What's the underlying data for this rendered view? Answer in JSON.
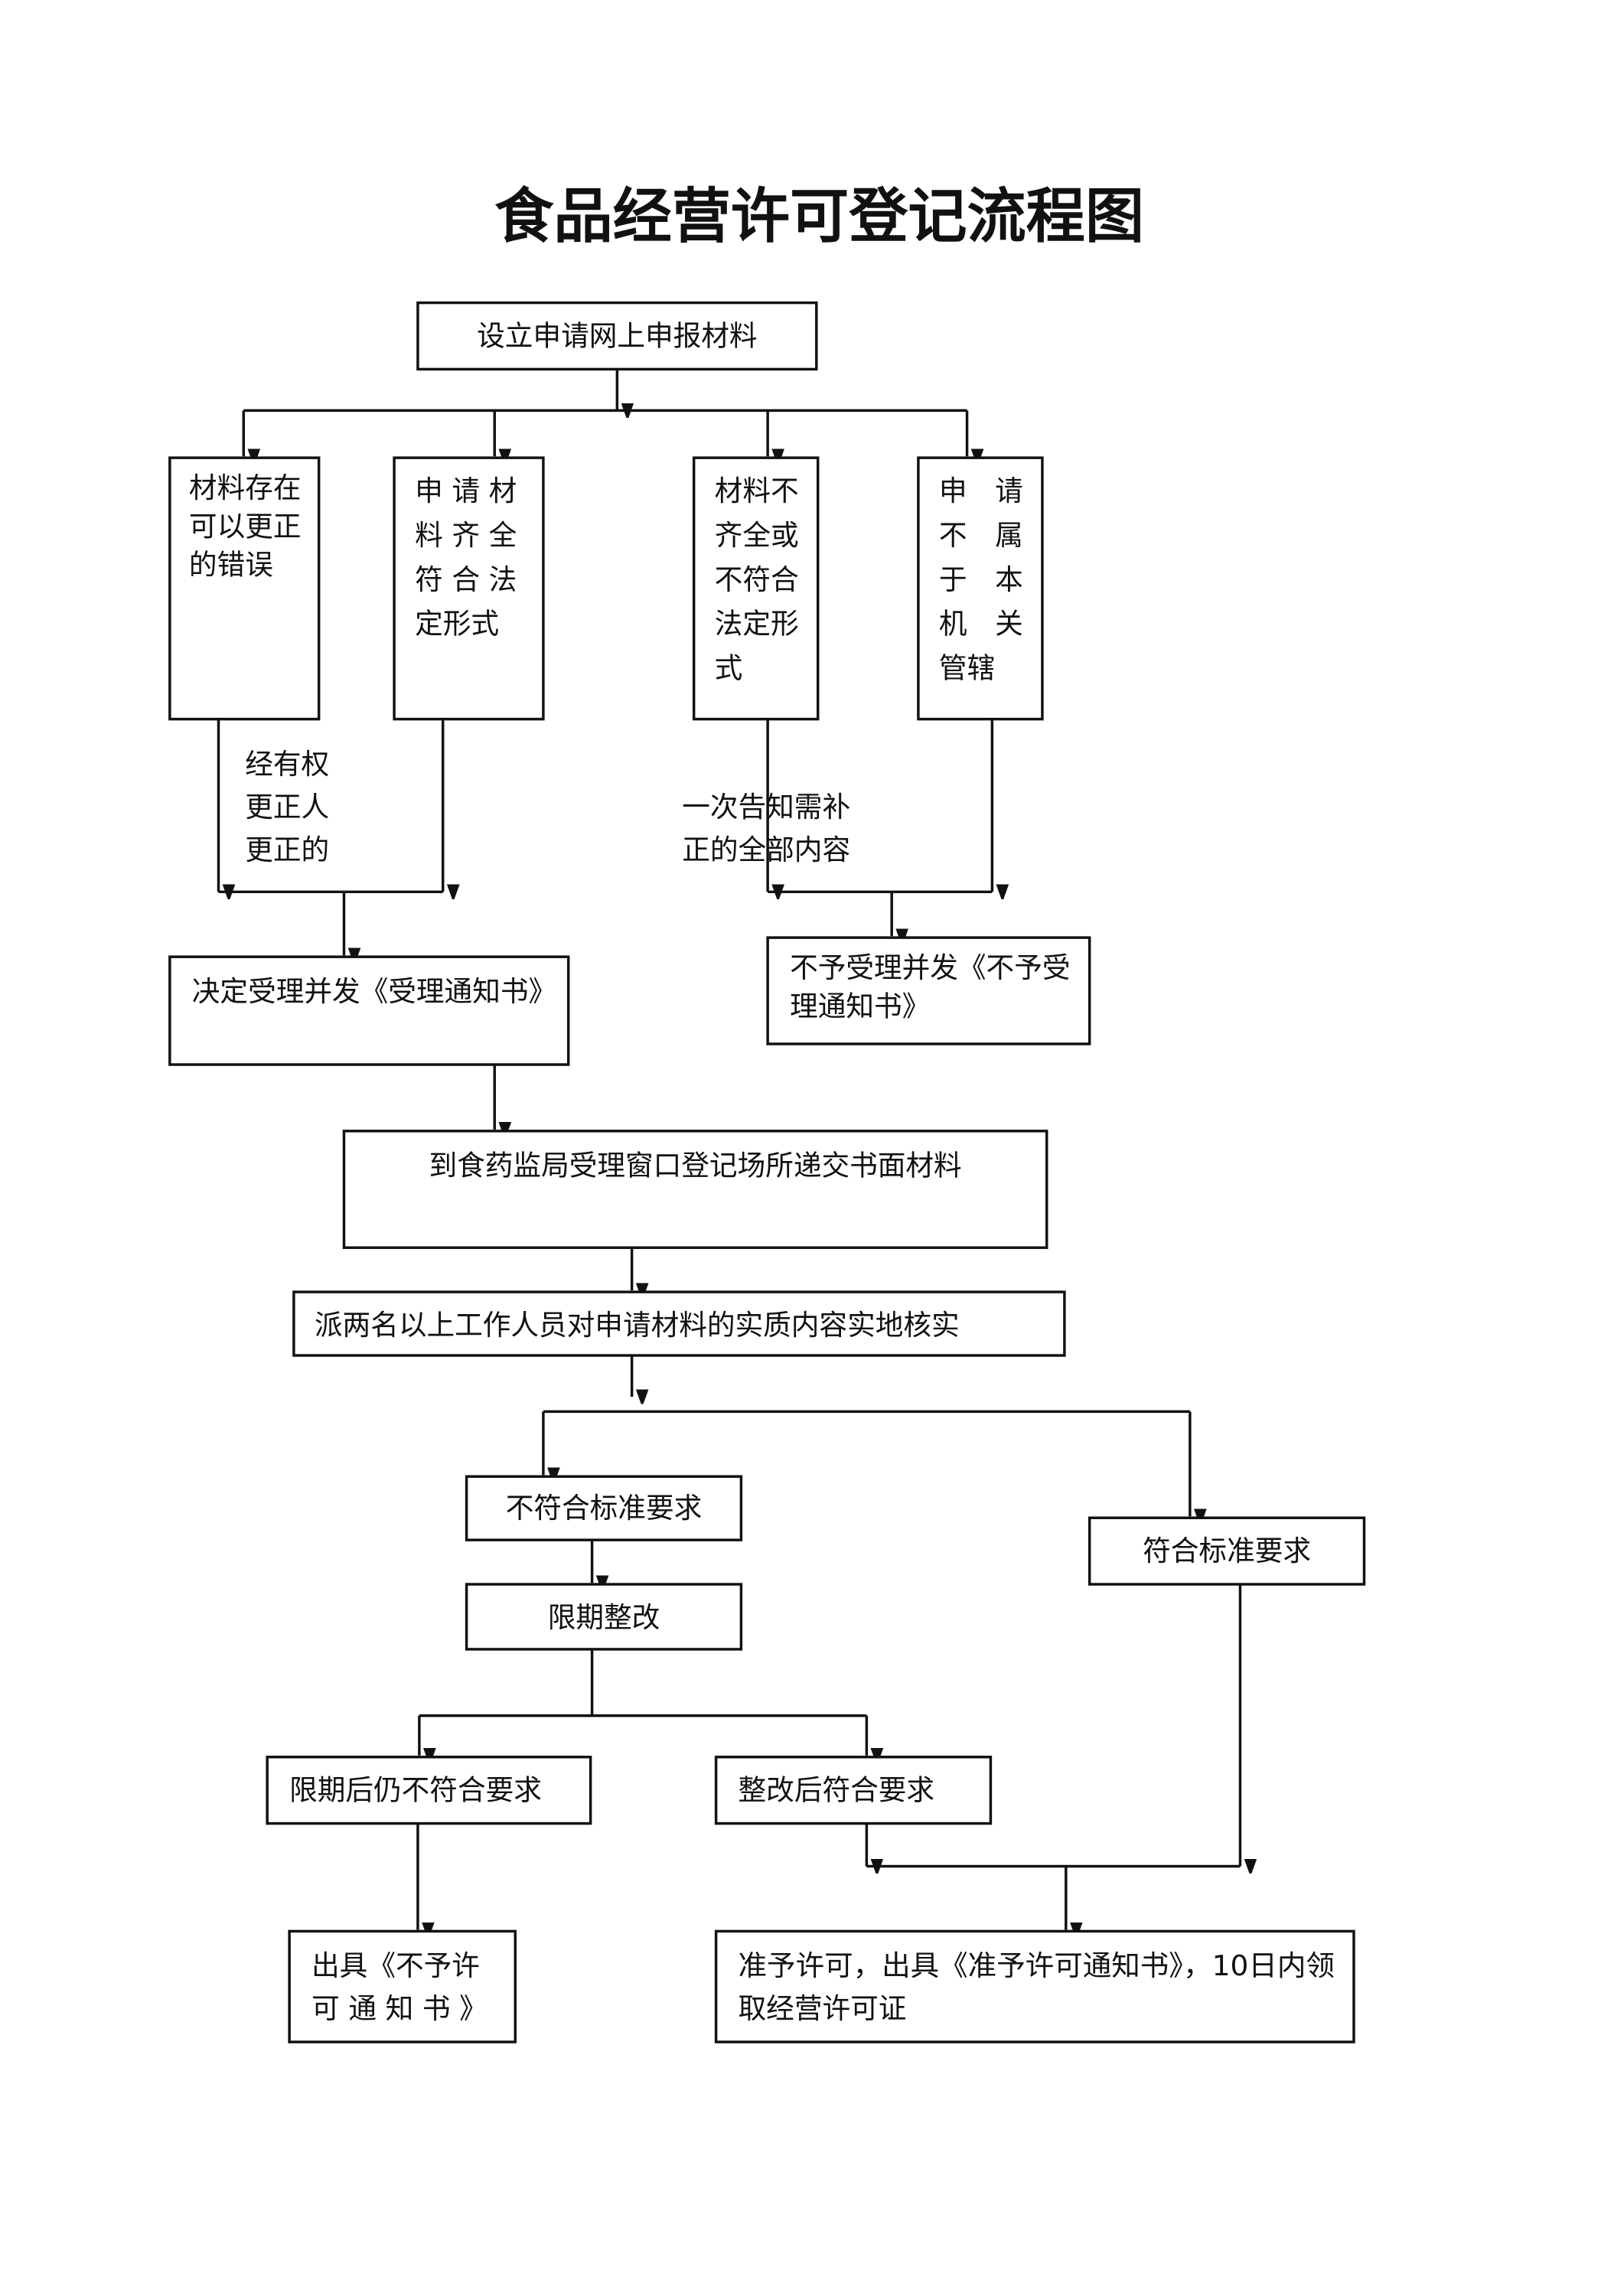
{
  "title": "食品经营许可登记流程图",
  "nodes": {
    "apply": "设立申请网上申报材料",
    "correctable": [
      "材料存在",
      "可以更正",
      "的错误"
    ],
    "complete": [
      "申 请 材",
      "料 齐 全",
      "符 合 法",
      "定形式"
    ],
    "incomplete": [
      "材料不",
      "齐全或",
      "不符合",
      "法定形",
      "式"
    ],
    "not_jurisdiction": [
      "申　请",
      "不　属",
      "于　本",
      "机　关",
      "管辖"
    ],
    "accept": "决定受理并发《受理通知书》",
    "reject": [
      "不予受理并发《不予受",
      "理通知书》"
    ],
    "submit": "到食药监局受理窗口登记场所递交书面材料",
    "inspect": "派两名以上工作人员对申请材料的实质内容实地核实",
    "not_meet": "不符合标准要求",
    "rectify": "限期整改",
    "meet": "符合标准要求",
    "still_fail": "限期后仍不符合要求",
    "pass_after": "整改后符合要求",
    "deny_permit": [
      "出具《不予许",
      "可 通 知 书 》"
    ],
    "grant_permit": [
      "准予许可，出具《准予许可通知书》，10日内领",
      "取经营许可证"
    ]
  },
  "edge_labels": {
    "corrected": [
      "经有权",
      "更正人",
      "更正的"
    ],
    "notify": [
      "一次告知需补",
      "正的全部内容"
    ]
  }
}
